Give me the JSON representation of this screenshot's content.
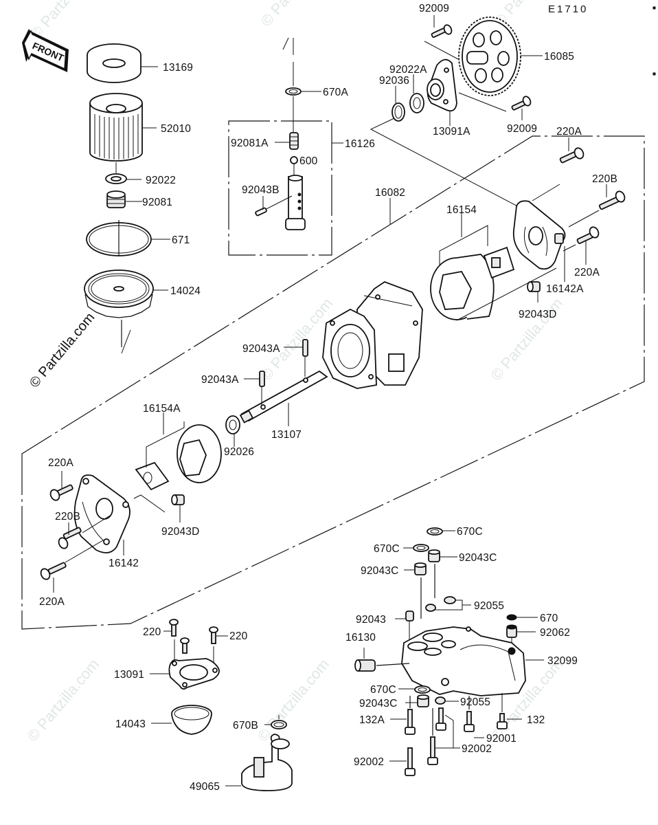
{
  "diagram": {
    "code": "E1710",
    "front_arrow": "FRONT",
    "watermark": "© Partzilla.com",
    "colors": {
      "line": "#111111",
      "background": "#ffffff",
      "watermark": "#dfe8e3"
    },
    "labels": {
      "p13169": "13169",
      "p52010": "52010",
      "p92022": "92022",
      "p92081": "92081",
      "p671": "671",
      "p14024": "14024",
      "p670A": "670A",
      "p92081A": "92081A",
      "p16126": "16126",
      "p600": "600",
      "p92043B": "92043B",
      "p92009_top": "92009",
      "p16085": "16085",
      "p92022A": "92022A",
      "p92036": "92036",
      "p13091A": "13091A",
      "p92009_bottom": "92009",
      "p16082": "16082",
      "p220A_r1": "220A",
      "p220B_r": "220B",
      "p220A_r2": "220A",
      "p16154": "16154",
      "p16142A": "16142A",
      "p92043D_r": "92043D",
      "p92043A_1": "92043A",
      "p92043A_2": "92043A",
      "p13107": "13107",
      "p16154A": "16154A",
      "p92026": "92026",
      "p220A_l1": "220A",
      "p220B_l": "220B",
      "p220A_l2": "220A",
      "p16142": "16142",
      "p92043D_l": "92043D",
      "p670C_1": "670C",
      "p670C_2": "670C",
      "p92043C_1": "92043C",
      "p92043C_2": "92043C",
      "p92055_1": "92055",
      "p92043": "92043",
      "p670": "670",
      "p92062": "92062",
      "p16130": "16130",
      "p32099": "32099",
      "p670C_3": "670C",
      "p92043C_3": "92043C",
      "p92055_2": "92055",
      "p132A": "132A",
      "p132": "132",
      "p92001": "92001",
      "p92002_1": "92002",
      "p92002_2": "92002",
      "p220_1": "220",
      "p220_2": "220",
      "p13091": "13091",
      "p14043": "14043",
      "p670B": "670B",
      "p49065": "49065"
    }
  }
}
